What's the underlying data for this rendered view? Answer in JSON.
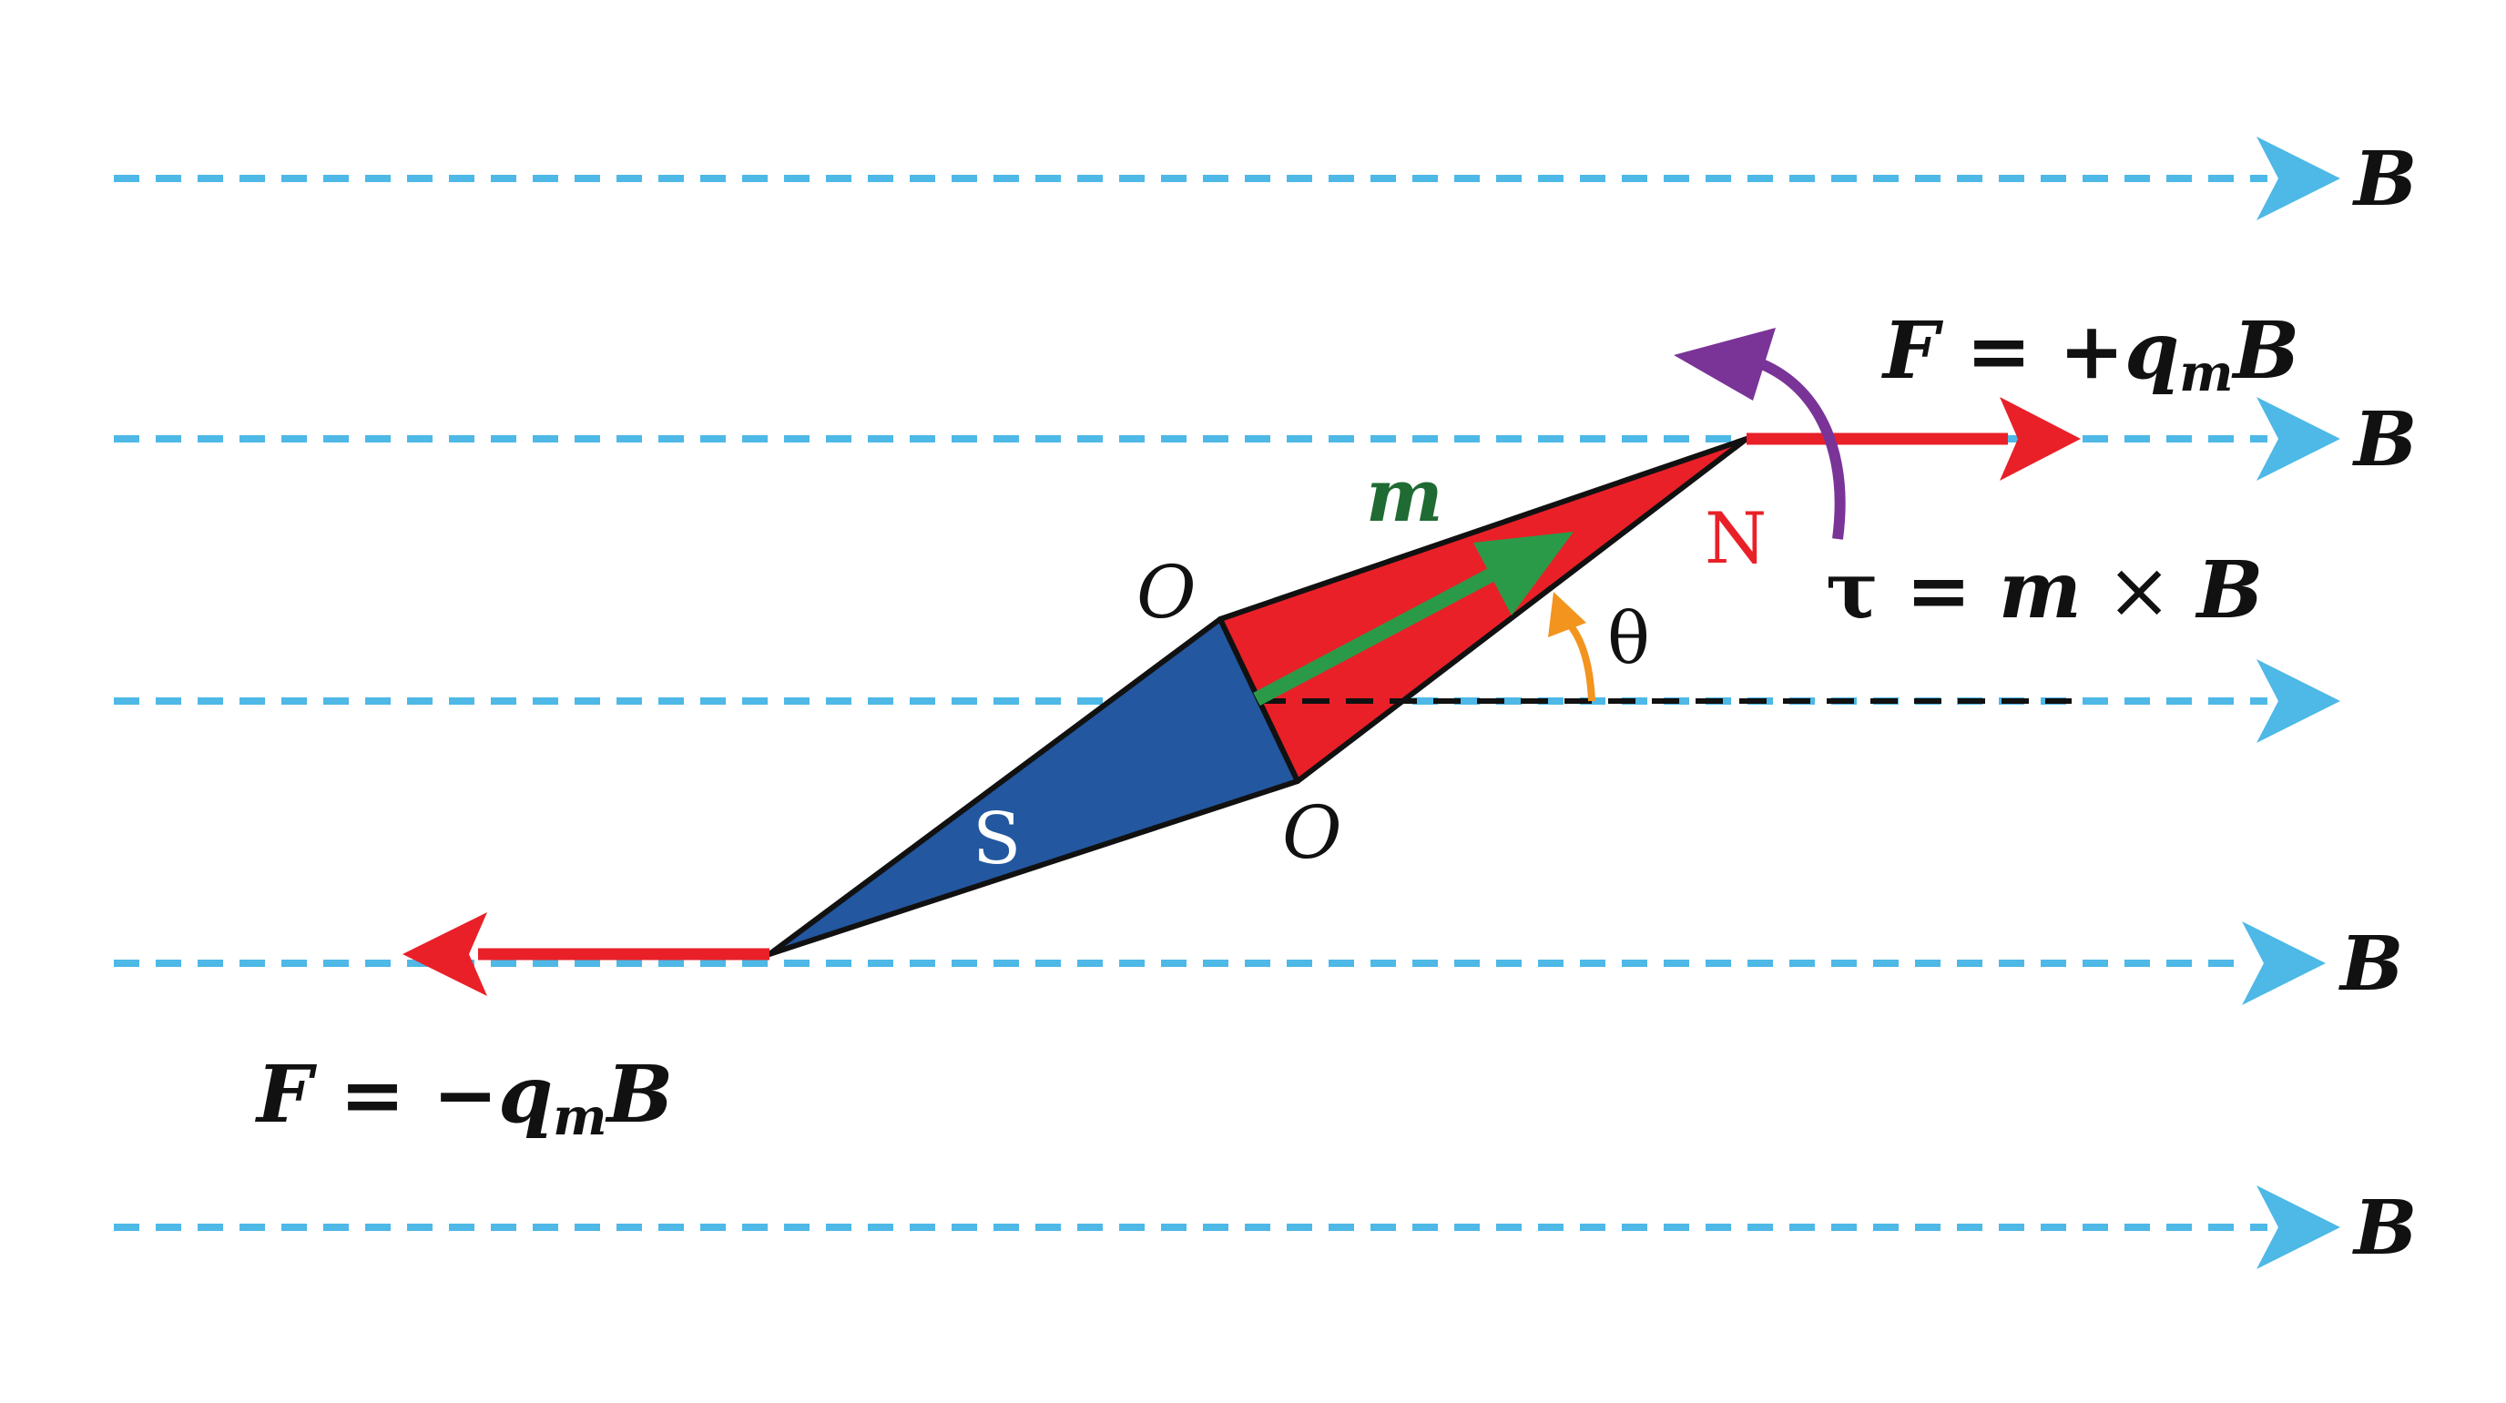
{
  "colors": {
    "field_line": "#4eb8e6",
    "force_arrow": "#e92028",
    "north_pole": "#e92028",
    "south_pole": "#23579f",
    "moment_arrow": "#2b9a48",
    "angle_arrow": "#f2941e",
    "torque_arrow": "#7a3497",
    "outline": "#111111",
    "text": "#111111",
    "north_label": "#e92028",
    "south_label": "#ffffff",
    "moment_label": "#1f6b33"
  },
  "field": {
    "label": "B"
  },
  "magnet": {
    "north_label": "N",
    "south_label": "S",
    "pivot_label": "O"
  },
  "moment": {
    "label": "m"
  },
  "angle": {
    "label": "θ"
  },
  "forces": {
    "north": {
      "lhs": "F",
      "eq": " = +",
      "q": "q",
      "sub": "m",
      "rhs": "B"
    },
    "south": {
      "lhs": "F",
      "eq": " = −",
      "q": "q",
      "sub": "m",
      "rhs": "B"
    }
  },
  "torque": {
    "symbol": "τ",
    "eq": " = ",
    "m": "m",
    "times": " × ",
    "rhs": "B"
  }
}
